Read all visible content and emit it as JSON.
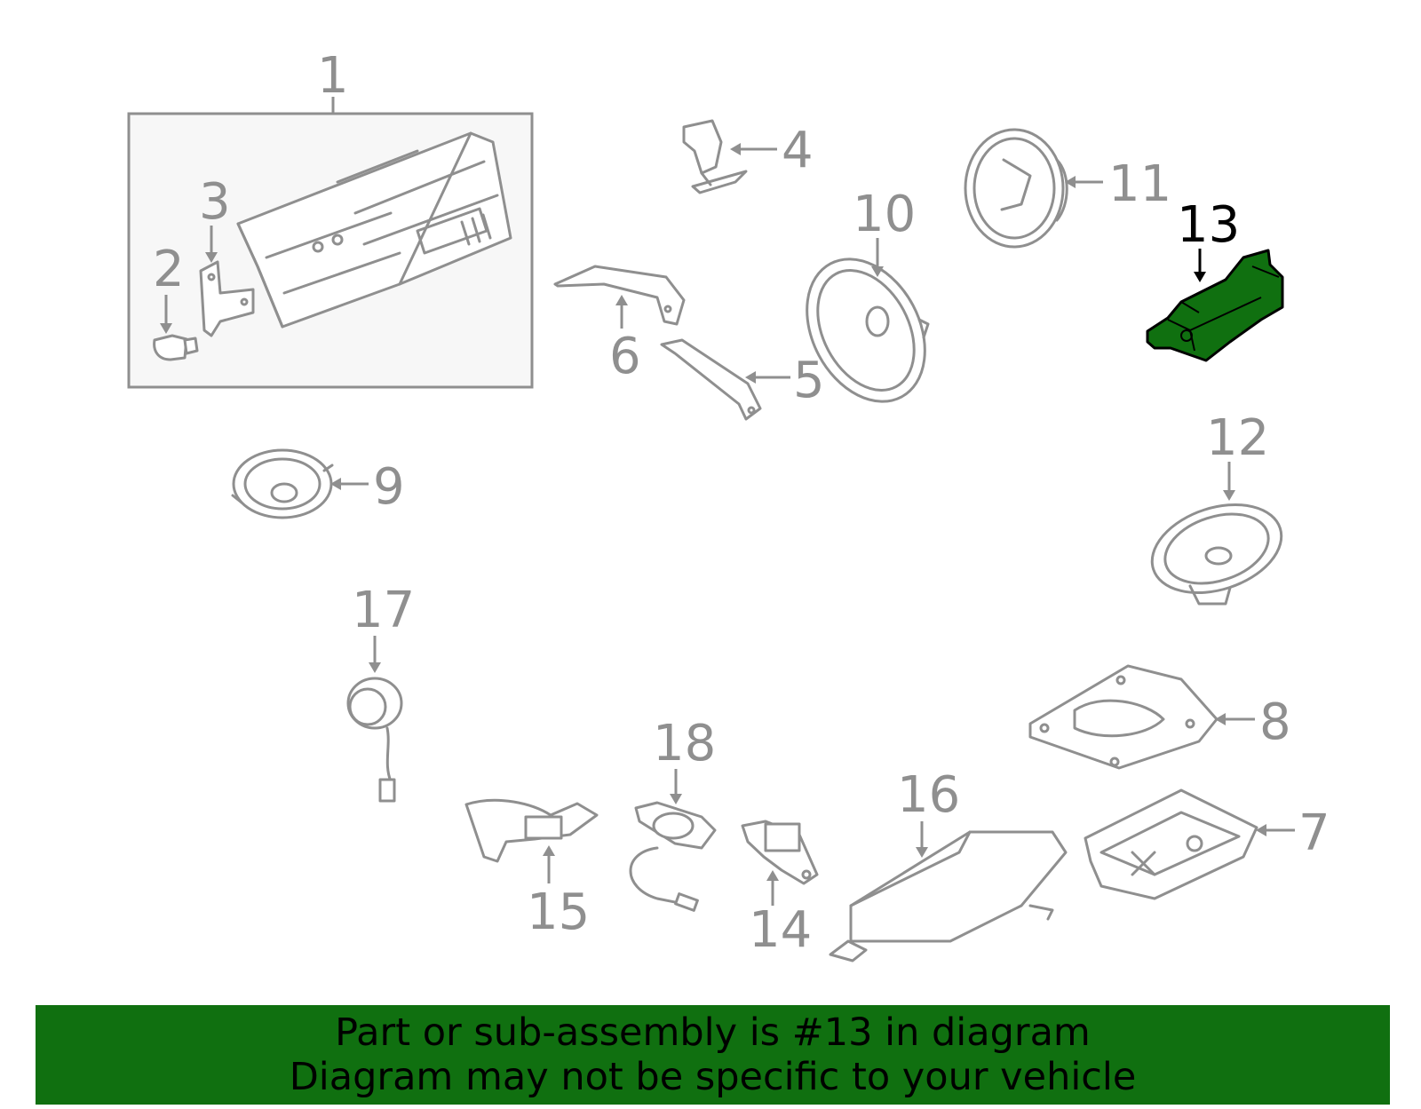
{
  "callouts": [
    {
      "id": "1",
      "label": "1"
    },
    {
      "id": "2",
      "label": "2"
    },
    {
      "id": "3",
      "label": "3"
    },
    {
      "id": "4",
      "label": "4"
    },
    {
      "id": "5",
      "label": "5"
    },
    {
      "id": "6",
      "label": "6"
    },
    {
      "id": "7",
      "label": "7"
    },
    {
      "id": "8",
      "label": "8"
    },
    {
      "id": "9",
      "label": "9"
    },
    {
      "id": "10",
      "label": "10"
    },
    {
      "id": "11",
      "label": "11"
    },
    {
      "id": "12",
      "label": "12"
    },
    {
      "id": "13",
      "label": "13",
      "highlighted": true
    },
    {
      "id": "14",
      "label": "14"
    },
    {
      "id": "15",
      "label": "15"
    },
    {
      "id": "16",
      "label": "16"
    },
    {
      "id": "17",
      "label": "17"
    },
    {
      "id": "18",
      "label": "18"
    }
  ],
  "colors": {
    "line_art": "#8f8f8f",
    "highlight_part": "#107010",
    "banner_background": "#107010",
    "banner_text": "#000000"
  },
  "banner": {
    "line1": "Part or sub-assembly is #13 in diagram",
    "line2": "Diagram may not be specific to your vehicle"
  }
}
